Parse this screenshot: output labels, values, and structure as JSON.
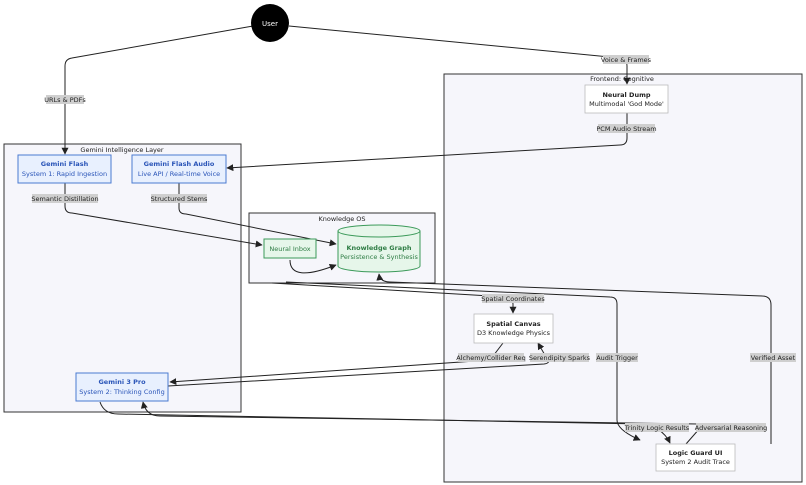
{
  "user": {
    "label": "User"
  },
  "groups": {
    "frontend": "Frontend: Cognitive",
    "gemini": "Gemini Intelligence Layer",
    "knowledge": "Knowledge OS"
  },
  "nodes": {
    "neural_dump": {
      "title": "Neural Dump",
      "subtitle": "Multimodal 'God Mode'"
    },
    "gemini_flash": {
      "title": "Gemini Flash",
      "subtitle": "System 1: Rapid Ingestion"
    },
    "gemini_flash_audio": {
      "title": "Gemini Flash Audio",
      "subtitle": "Live API / Real-time Voice"
    },
    "neural_inbox": {
      "title": "Neural Inbox"
    },
    "knowledge_graph": {
      "title": "Knowledge Graph",
      "subtitle": "Persistence & Synthesis"
    },
    "spatial_canvas": {
      "title": "Spatial Canvas",
      "subtitle": "D3 Knowledge Physics"
    },
    "gemini_pro": {
      "title": "Gemini 3 Pro",
      "subtitle": "System 2: Thinking Config"
    },
    "logic_guard": {
      "title": "Logic Guard UI",
      "subtitle": "System 2 Audit Trace"
    }
  },
  "edges": {
    "urls_pdfs": "URLs & PDFs",
    "voice_frames": "Voice & Frames",
    "pcm_audio": "PCM Audio Stream",
    "semantic_distillation": "Semantic Distillation",
    "structured_stems": "Structured Stems",
    "spatial_coordinates": "Spatial Coordinates",
    "alchemy": "Alchemy/Collider Req",
    "serendipity": "Serendipity Sparks",
    "audit_trigger": "Audit Trigger",
    "verified_asset": "Verified Asset",
    "trinity": "Trinity Logic Results",
    "adversarial": "Adversarial Reasoning"
  },
  "colors": {
    "gemini_fill": "#e8f0fe",
    "gemini_stroke": "#4a7bd0",
    "gemini_text": "#2a55b8",
    "knowledge_fill": "#e6f6ea",
    "knowledge_stroke": "#3c9a5a",
    "knowledge_text": "#2f7d45",
    "label_bg": "#cfcfcf",
    "group_fill": "#f6f6fb",
    "edge": "#222222"
  }
}
